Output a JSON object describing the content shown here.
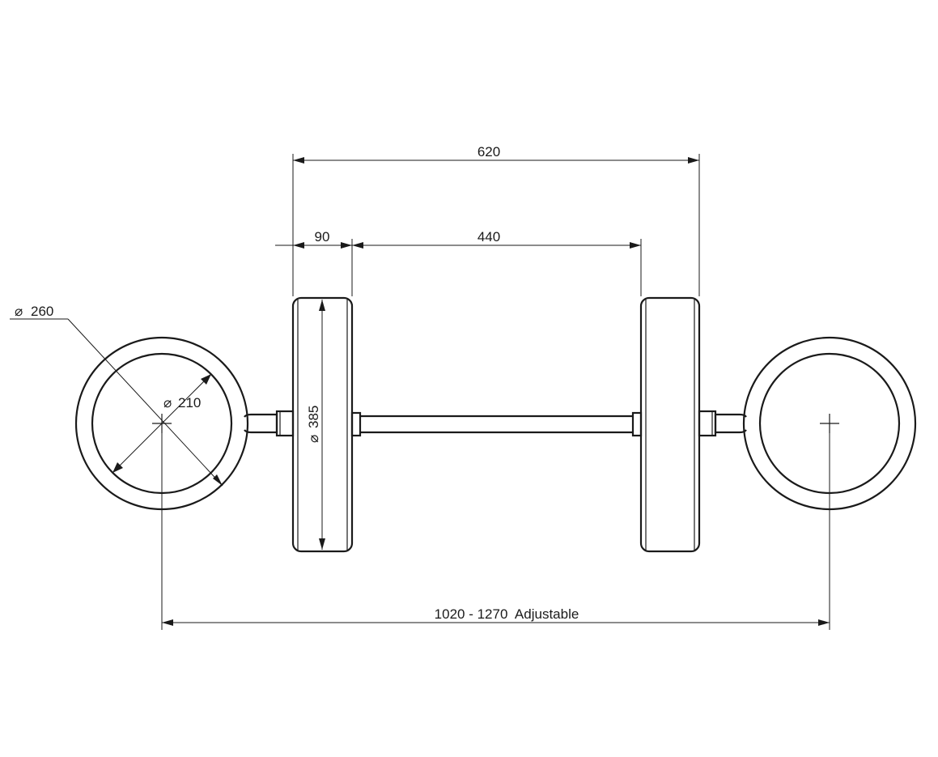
{
  "dimensions": {
    "overall_width": "620",
    "wheel_width": "90",
    "inner_gap": "440",
    "outer_diameter_symbol": "⌀",
    "outer_diameter": "260",
    "inner_diameter_symbol": "⌀",
    "inner_diameter": "210",
    "wheel_diameter_symbol": "⌀",
    "wheel_diameter": "385",
    "span": "1020 - 1270  Adjustable"
  },
  "colors": {
    "line": "#1a1a1a",
    "background": "#ffffff"
  }
}
